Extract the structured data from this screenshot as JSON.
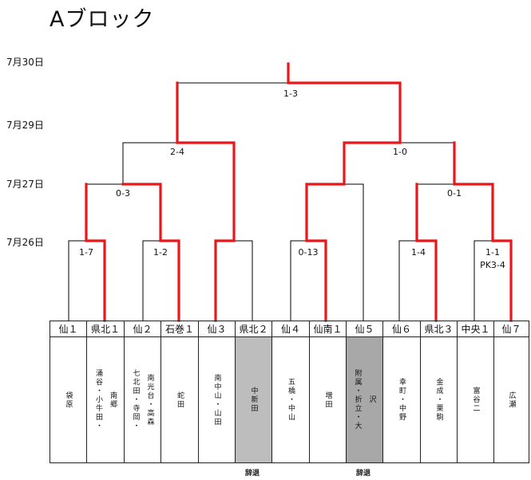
{
  "title": "Aブロック",
  "dates": [
    "7月30日",
    "7月29日",
    "7月27日",
    "7月26日"
  ],
  "scores": {
    "final": "1-3",
    "semi_left": "2-4",
    "semi_right": "1-0",
    "qf_l1": "0-3",
    "qf_r1": "0-1",
    "r1_a": "1-7",
    "r1_b": "1-2",
    "r1_c": "0-13",
    "r1_d": "1-4",
    "r1_e": "1-1",
    "r1_e_pk": "PK3-4"
  },
  "teams": [
    {
      "header": "仙１",
      "lines": [
        "袋原"
      ]
    },
    {
      "header": "県北１",
      "lines": [
        "涌谷・小牛田・",
        "南郷"
      ]
    },
    {
      "header": "仙２",
      "lines": [
        "七北田・寺岡・",
        "南光台・高森"
      ]
    },
    {
      "header": "石巻１",
      "lines": [
        "蛇田"
      ]
    },
    {
      "header": "仙３",
      "lines": [
        "南中山・山田"
      ]
    },
    {
      "header": "県北２",
      "lines": [
        "中新田"
      ]
    },
    {
      "header": "仙４",
      "lines": [
        "五橋・中山"
      ]
    },
    {
      "header": "仙南１",
      "lines": [
        "増田"
      ]
    },
    {
      "header": "仙５",
      "lines": [
        "附属・折立・大",
        "沢"
      ]
    },
    {
      "header": "仙６",
      "lines": [
        "幸町・中野"
      ]
    },
    {
      "header": "県北３",
      "lines": [
        "金成・栗駒"
      ]
    },
    {
      "header": "中央１",
      "lines": [
        "富谷二"
      ]
    },
    {
      "header": "仙７",
      "lines": [
        "広瀬"
      ]
    }
  ],
  "withdrawn_note": "辞退",
  "colors": {
    "win_line": "#e8171b",
    "line": "#000000",
    "withdrawn_1": "#bdbdbd",
    "withdrawn_2": "#a8a8a8"
  }
}
